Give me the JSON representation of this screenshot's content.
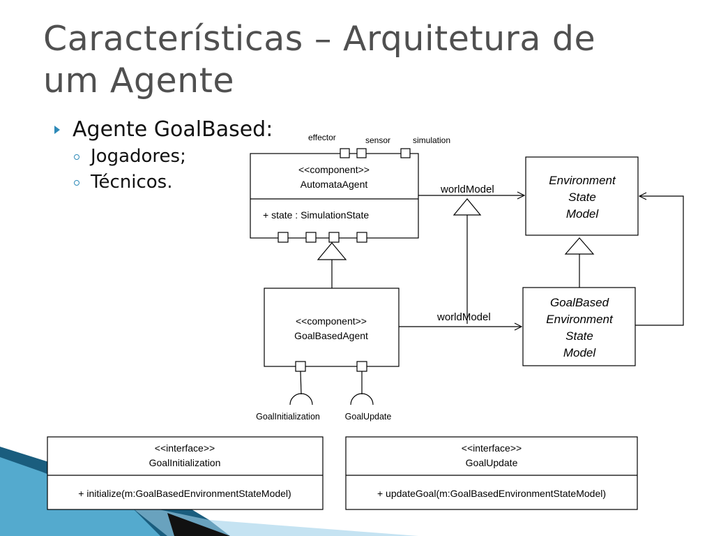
{
  "title": {
    "line1": "Características – Arquitetura de",
    "line2": "um Agente"
  },
  "bullets": {
    "level1": "Agente GoalBased:",
    "level2": [
      "Jogadores;",
      "Técnicos."
    ]
  },
  "diagram": {
    "automata_agent": {
      "stereotype": "<<component>>",
      "name": "AutomataAgent",
      "attribute": "+ state : SimulationState"
    },
    "port_labels": {
      "effector": "effector",
      "sensor": "sensor",
      "simulation": "simulation"
    },
    "env_state_model": {
      "line1": "Environment",
      "line2": "State",
      "line3": "Model"
    },
    "goalbased_agent": {
      "stereotype": "<<component>>",
      "name": "GoalBasedAgent"
    },
    "goalbased_env_state_model": {
      "line1": "GoalBased",
      "line2": "Environment",
      "line3": "State",
      "line4": "Model"
    },
    "assoc_top": "worldModel",
    "assoc_bottom": "worldModel",
    "required_interfaces": {
      "goal_initialization": "GoalInitialization",
      "goal_update": "GoalUpdate"
    },
    "interface_goal_initialization": {
      "stereotype": "<<interface>>",
      "name": "GoalInitialization",
      "operation": "+ initialize(m:GoalBasedEnvironmentStateModel)"
    },
    "interface_goal_update": {
      "stereotype": "<<interface>>",
      "name": "GoalUpdate",
      "operation": "+ updateGoal(m:GoalBasedEnvironmentStateModel)"
    }
  },
  "colors": {
    "title": "#505050",
    "bullet_accent": "#2e8ab8",
    "swoosh_dark": "#1a5d7e",
    "swoosh_light": "#5fb7dc"
  }
}
